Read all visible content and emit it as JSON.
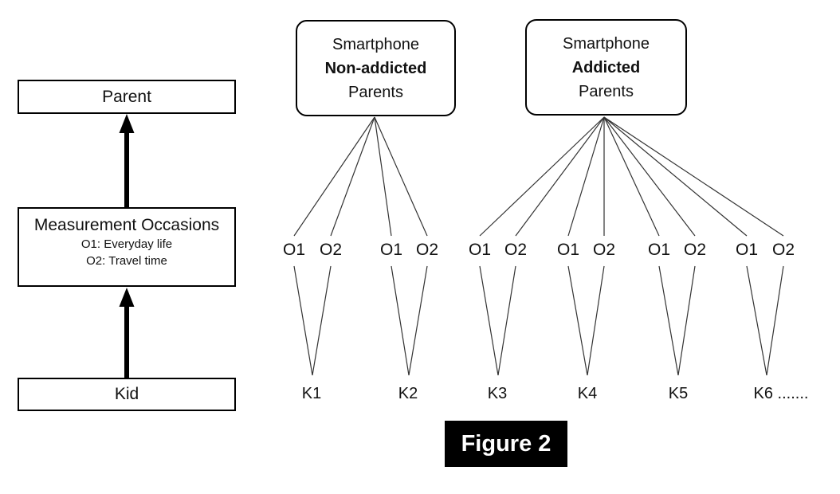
{
  "left_flow": {
    "parent_label": "Parent",
    "measurement": {
      "title": "Measurement Occasions",
      "items": [
        "O1: Everyday life",
        "O2: Travel time"
      ]
    },
    "kid_label": "Kid"
  },
  "groups": [
    {
      "line1": "Smartphone",
      "line2": "Non-addicted",
      "line3": "Parents"
    },
    {
      "line1": "Smartphone",
      "line2": "Addicted",
      "line3": "Parents"
    }
  ],
  "occasion_pairs": [
    {
      "o1": "O1",
      "o2": "O2"
    },
    {
      "o1": "O1",
      "o2": "O2"
    },
    {
      "o1": "O1",
      "o2": "O2"
    },
    {
      "o1": "O1",
      "o2": "O2"
    },
    {
      "o1": "O1",
      "o2": "O2"
    },
    {
      "o1": "O1",
      "o2": "O2"
    }
  ],
  "kids": [
    "K1",
    "K2",
    "K3",
    "K4",
    "K5",
    "K6 ......."
  ],
  "figure": {
    "label": "Figure 2"
  },
  "colors": {
    "background": "#ffffff",
    "box_border": "#000000",
    "thin_line": "#333333",
    "arrow": "#000000",
    "figure_bg": "#000000",
    "figure_fg": "#ffffff"
  }
}
